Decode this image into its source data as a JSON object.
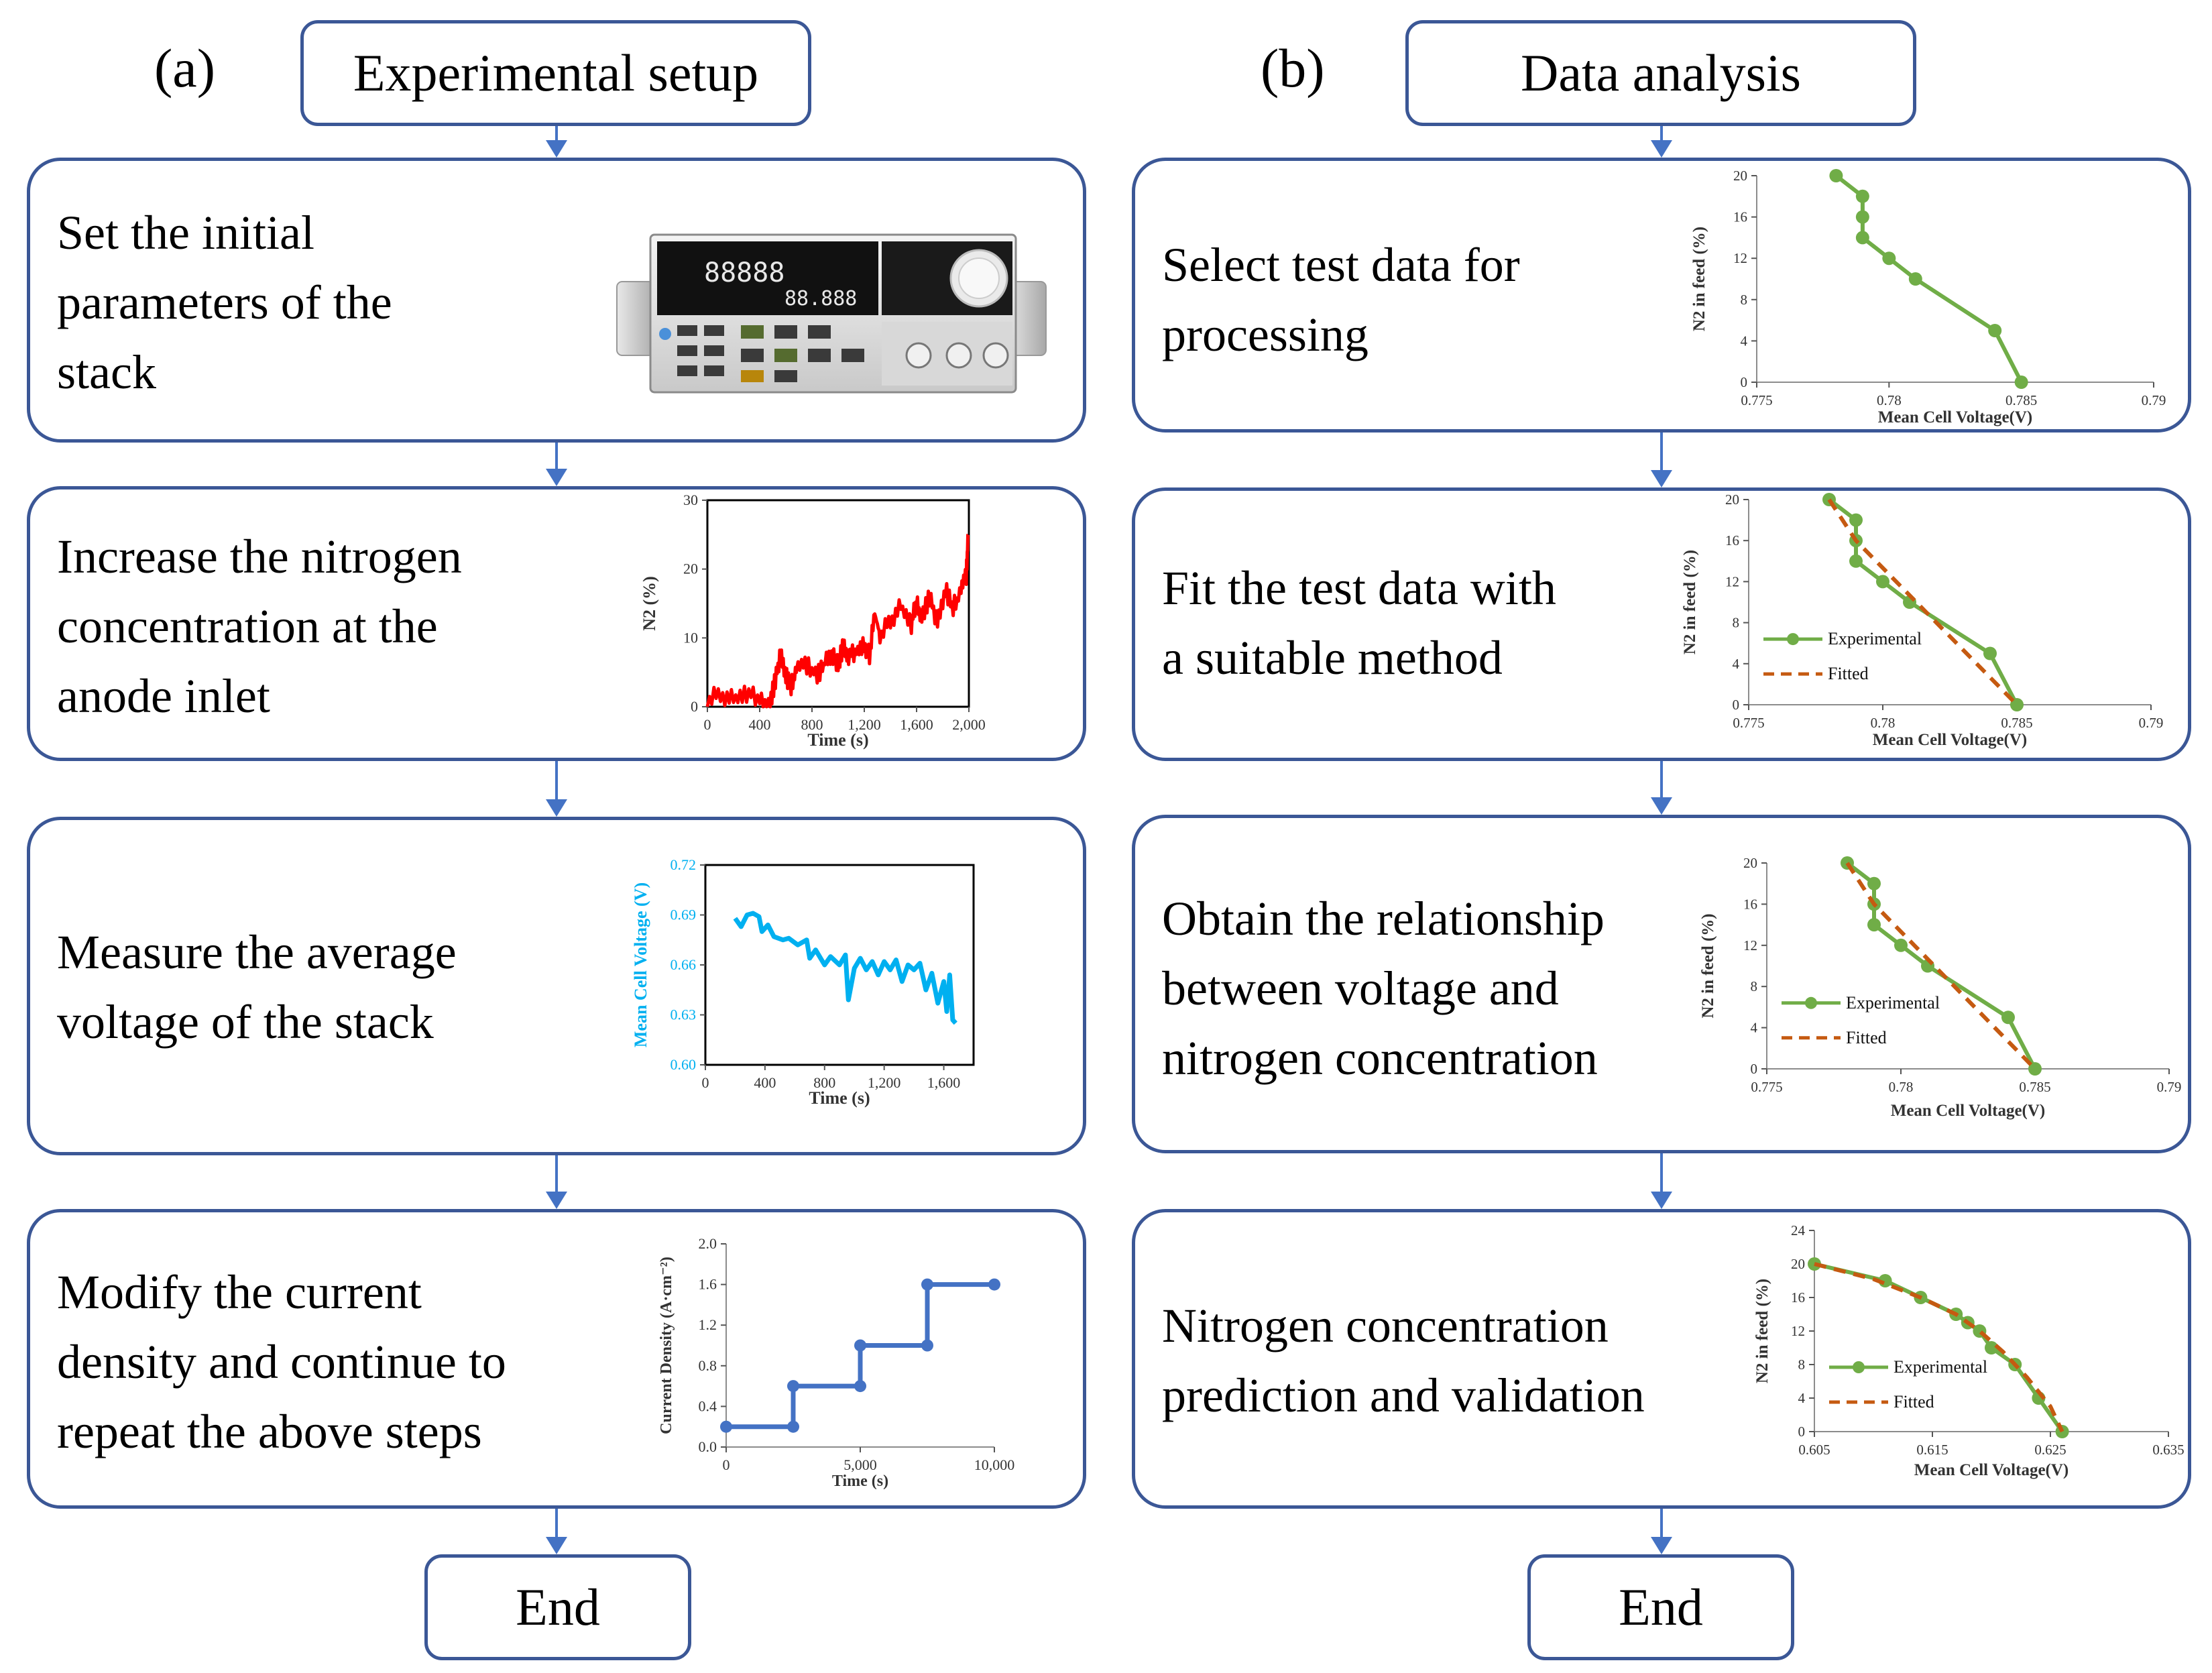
{
  "panels": [
    {
      "label": "(a)",
      "header": "Experimental setup",
      "end_label": "End",
      "steps": [
        {
          "lines": [
            "Set the initial",
            "parameters of the",
            "stack"
          ]
        },
        {
          "lines": [
            "Increase the nitrogen",
            "concentration at the",
            "anode inlet"
          ]
        },
        {
          "lines": [
            "Measure the average",
            "voltage of the stack"
          ]
        },
        {
          "lines": [
            "Modify the current",
            "density and continue to",
            "repeat the above steps"
          ]
        }
      ]
    },
    {
      "label": "(b)",
      "header": "Data analysis",
      "end_label": "End",
      "steps": [
        {
          "lines": [
            "Select test data for",
            "processing"
          ]
        },
        {
          "lines": [
            "Fit the test data with",
            "a suitable method"
          ]
        },
        {
          "lines": [
            "Obtain the relationship",
            "between voltage and",
            "nitrogen concentration"
          ]
        },
        {
          "lines": [
            "Nitrogen concentration",
            "prediction and validation"
          ]
        }
      ]
    }
  ],
  "device_icon": "electronic-load-device-icon",
  "colors": {
    "border": "#3b5796",
    "arrow": "#4472c4",
    "n2_series": "#ff0000",
    "voltage_series": "#00b0f0",
    "current_series": "#4472c4",
    "experimental": "#70ad47",
    "fitted": "#c55a11"
  },
  "chart_data": [
    {
      "id": "n2_time",
      "type": "line",
      "xlabel": "Time (s)",
      "ylabel": "N2 (%)",
      "xlim": [
        0,
        2000
      ],
      "ylim": [
        0,
        30
      ],
      "xticks": [
        0,
        400,
        800,
        1200,
        1600,
        2000
      ],
      "xtick_labels": [
        "0",
        "400",
        "800",
        "1,200",
        "1,600",
        "2,000"
      ],
      "yticks": [
        0,
        10,
        20,
        30
      ],
      "ytick_labels": [
        "0",
        "10",
        "20",
        "30"
      ],
      "series": [
        {
          "x": [
            0,
            100,
            200,
            300,
            400,
            480,
            520,
            560,
            600,
            640,
            680,
            760,
            840,
            900,
            960,
            1000,
            1040,
            1080,
            1140,
            1200,
            1240,
            1280,
            1320,
            1400,
            1480,
            1560,
            1600,
            1640,
            1700,
            1760,
            1820,
            1880,
            1940,
            1980,
            1995
          ],
          "y": [
            1.2,
            1.8,
            1.0,
            2.0,
            1.2,
            0.5,
            4.0,
            7.5,
            4.5,
            3.0,
            5.0,
            6.0,
            4.5,
            6.5,
            7.5,
            6.0,
            9.0,
            7.5,
            8.0,
            9.0,
            7.5,
            13.5,
            10.5,
            12.5,
            14.5,
            12.0,
            15.5,
            13.0,
            16.0,
            12.0,
            17.0,
            14.5,
            16.5,
            19.0,
            25.0
          ]
        }
      ]
    },
    {
      "id": "voltage_time",
      "type": "line",
      "xlabel": "Time (s)",
      "ylabel": "Mean Cell Voltage (V)",
      "xlim": [
        0,
        1800
      ],
      "ylim": [
        0.6,
        0.72
      ],
      "xticks": [
        0,
        400,
        800,
        1200,
        1600
      ],
      "xtick_labels": [
        "0",
        "400",
        "800",
        "1,200",
        "1,600"
      ],
      "yticks": [
        0.6,
        0.63,
        0.66,
        0.69,
        0.72
      ],
      "ytick_labels": [
        "0.60",
        "0.63",
        "0.66",
        "0.69",
        "0.72"
      ],
      "series": [
        {
          "x": [
            200,
            240,
            280,
            320,
            360,
            380,
            420,
            460,
            520,
            560,
            620,
            680,
            700,
            740,
            800,
            840,
            900,
            940,
            960,
            1000,
            1040,
            1080,
            1120,
            1160,
            1200,
            1240,
            1280,
            1320,
            1360,
            1400,
            1440,
            1480,
            1520,
            1560,
            1600,
            1620,
            1640,
            1660,
            1680
          ],
          "y": [
            0.688,
            0.683,
            0.69,
            0.691,
            0.689,
            0.68,
            0.684,
            0.677,
            0.675,
            0.676,
            0.672,
            0.675,
            0.664,
            0.669,
            0.66,
            0.665,
            0.66,
            0.666,
            0.639,
            0.658,
            0.664,
            0.657,
            0.662,
            0.654,
            0.662,
            0.657,
            0.663,
            0.65,
            0.66,
            0.657,
            0.661,
            0.645,
            0.655,
            0.637,
            0.65,
            0.632,
            0.654,
            0.627,
            0.625
          ]
        }
      ]
    },
    {
      "id": "current_time",
      "type": "line",
      "xlabel": "Time (s)",
      "ylabel": "Current Density (A·cm⁻²)",
      "xlim": [
        0,
        10000
      ],
      "ylim": [
        0,
        2.0
      ],
      "xticks": [
        0,
        5000,
        10000
      ],
      "xtick_labels": [
        "0",
        "5,000",
        "10,000"
      ],
      "yticks": [
        0,
        0.4,
        0.8,
        1.2,
        1.6,
        2.0
      ],
      "ytick_labels": [
        "0.0",
        "0.4",
        "0.8",
        "1.2",
        "1.6",
        "2.0"
      ],
      "series": [
        {
          "x": [
            0,
            2500,
            2500,
            5000,
            5000,
            7500,
            7500,
            10000
          ],
          "y": [
            0.2,
            0.2,
            0.6,
            0.6,
            1.0,
            1.0,
            1.6,
            1.6
          ]
        }
      ]
    },
    {
      "id": "select",
      "type": "line",
      "xlabel": "Mean Cell Voltage(V)",
      "ylabel": "N2 in feed (%)",
      "xlim": [
        0.775,
        0.79
      ],
      "ylim": [
        0,
        20
      ],
      "xticks": [
        0.775,
        0.78,
        0.785,
        0.79
      ],
      "xtick_labels": [
        "0.775",
        "0.78",
        "0.785",
        "0.79"
      ],
      "yticks": [
        0,
        4,
        8,
        12,
        16,
        20
      ],
      "ytick_labels": [
        "0",
        "4",
        "8",
        "12",
        "16",
        "20"
      ],
      "series": [
        {
          "name": "",
          "x": [
            0.778,
            0.779,
            0.779,
            0.779,
            0.78,
            0.781,
            0.784,
            0.785
          ],
          "y": [
            20,
            18,
            16,
            14,
            12,
            10,
            5,
            0
          ]
        }
      ]
    },
    {
      "id": "fit",
      "type": "line",
      "xlabel": "Mean Cell Voltage(V)",
      "ylabel": "N2 in feed (%)",
      "xlim": [
        0.775,
        0.79
      ],
      "ylim": [
        0,
        20
      ],
      "xticks": [
        0.775,
        0.78,
        0.785,
        0.79
      ],
      "xtick_labels": [
        "0.775",
        "0.78",
        "0.785",
        "0.79"
      ],
      "yticks": [
        0,
        4,
        8,
        12,
        16,
        20
      ],
      "ytick_labels": [
        "0",
        "4",
        "8",
        "12",
        "16",
        "20"
      ],
      "legend": "left",
      "series": [
        {
          "name": "Experimental",
          "x": [
            0.778,
            0.779,
            0.779,
            0.779,
            0.78,
            0.781,
            0.784,
            0.785
          ],
          "y": [
            20,
            18,
            16,
            14,
            12,
            10,
            5,
            0
          ]
        },
        {
          "name": "Fitted",
          "x": [
            0.778,
            0.779,
            0.7805,
            0.782,
            0.7835,
            0.785
          ],
          "y": [
            20,
            16,
            12,
            8,
            4,
            0
          ]
        }
      ]
    },
    {
      "id": "relationship",
      "type": "line",
      "xlabel": "Mean Cell Voltage(V)",
      "ylabel": "N2 in feed (%)",
      "xlim": [
        0.775,
        0.79
      ],
      "ylim": [
        0,
        20
      ],
      "xticks": [
        0.775,
        0.78,
        0.785,
        0.79
      ],
      "xtick_labels": [
        "0.775",
        "0.78",
        "0.785",
        "0.79"
      ],
      "yticks": [
        0,
        4,
        8,
        12,
        16,
        20
      ],
      "ytick_labels": [
        "0",
        "4",
        "8",
        "12",
        "16",
        "20"
      ],
      "legend": "left",
      "series": [
        {
          "name": "Experimental",
          "x": [
            0.778,
            0.779,
            0.779,
            0.779,
            0.78,
            0.781,
            0.784,
            0.785
          ],
          "y": [
            20,
            18,
            16,
            14,
            12,
            10,
            5,
            0
          ]
        },
        {
          "name": "Fitted",
          "x": [
            0.778,
            0.779,
            0.7805,
            0.782,
            0.7835,
            0.785
          ],
          "y": [
            20,
            16,
            12,
            8,
            4,
            0
          ]
        }
      ]
    },
    {
      "id": "prediction",
      "type": "line",
      "xlabel": "Mean Cell Voltage(V)",
      "ylabel": "N2 in feed (%)",
      "xlim": [
        0.605,
        0.635
      ],
      "ylim": [
        0,
        24
      ],
      "xticks": [
        0.605,
        0.615,
        0.625,
        0.635
      ],
      "xtick_labels": [
        "0.605",
        "0.615",
        "0.625",
        "0.635"
      ],
      "yticks": [
        0,
        4,
        8,
        12,
        16,
        20,
        24
      ],
      "ytick_labels": [
        "0",
        "4",
        "8",
        "12",
        "16",
        "20",
        "24"
      ],
      "legend": "left",
      "series": [
        {
          "name": "Experimental",
          "x": [
            0.605,
            0.611,
            0.614,
            0.617,
            0.618,
            0.619,
            0.62,
            0.622,
            0.624,
            0.626
          ],
          "y": [
            20,
            18,
            16,
            14,
            13,
            12,
            10,
            8,
            4,
            0
          ]
        },
        {
          "name": "Fitted",
          "x": [
            0.605,
            0.61,
            0.614,
            0.617,
            0.619,
            0.621,
            0.623,
            0.625,
            0.626
          ],
          "y": [
            20,
            18.2,
            16,
            14,
            12,
            9.5,
            6.5,
            3,
            0
          ]
        }
      ]
    }
  ]
}
